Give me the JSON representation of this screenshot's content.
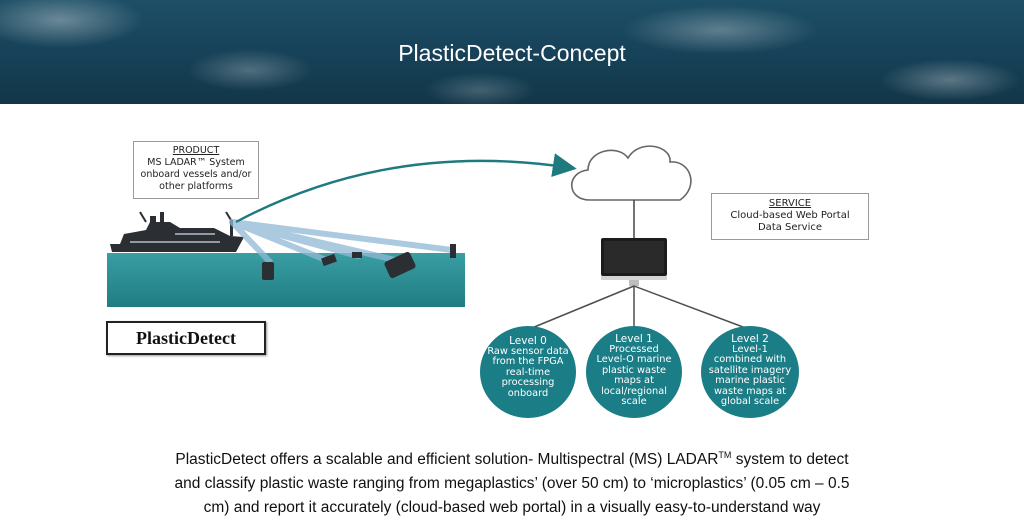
{
  "banner": {
    "title": "PlasticDetect-Concept"
  },
  "product": {
    "heading": "PRODUCT",
    "line1": "MS LADAR™ System",
    "line2": "onboard vessels and/or",
    "line3": "other platforms"
  },
  "service": {
    "heading": "SERVICE",
    "line1": "Cloud-based Web Portal",
    "line2": "Data Service"
  },
  "brand": {
    "label": "PlasticDetect"
  },
  "levels": [
    {
      "title": "Level 0",
      "lines": [
        "Raw sensor data",
        "from the FPGA",
        "real-time",
        "processing",
        "onboard"
      ]
    },
    {
      "title": "Level 1",
      "lines": [
        "Processed",
        "Level-O marine",
        "plastic waste",
        "maps at",
        "local/regional",
        "scale"
      ]
    },
    {
      "title": "Level 2",
      "lines": [
        "Level-1",
        "combined with",
        "satellite imagery",
        "marine plastic",
        "waste maps at",
        "global scale"
      ]
    }
  ],
  "caption": {
    "line1_a": "PlasticDetect offers a scalable and efficient solution- Multispectral (MS) LADAR",
    "line1_tm": "TM",
    "line1_b": " system to detect",
    "line2": "and classify plastic waste ranging from  megaplastics’ (over 50 cm) to ‘microplastics’ (0.05 cm – 0.5",
    "line3": "cm) and report it accurately (cloud-based web portal) in a visually easy-to-understand way"
  },
  "colors": {
    "teal": "#1b7d86",
    "water": "#2e8f96"
  }
}
